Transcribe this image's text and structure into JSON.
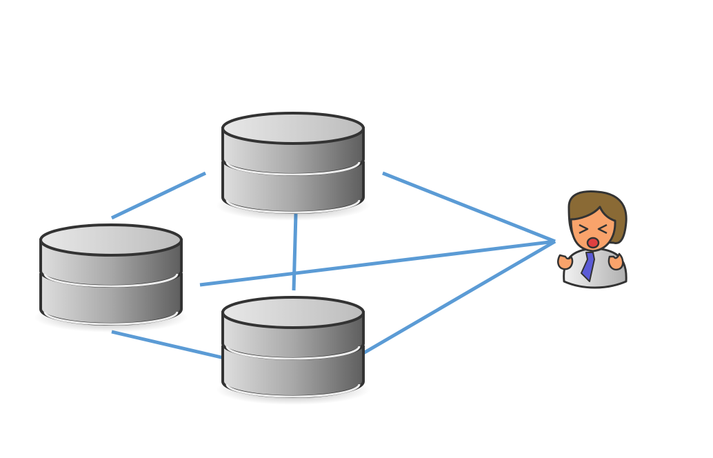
{
  "diagram": {
    "type": "network",
    "nodes": [
      {
        "id": "db-top",
        "icon": "database-icon"
      },
      {
        "id": "db-left",
        "icon": "database-icon"
      },
      {
        "id": "db-bottom",
        "icon": "database-icon"
      },
      {
        "id": "user",
        "icon": "angry-user-icon"
      }
    ],
    "edges": [
      [
        "db-left",
        "db-top"
      ],
      [
        "db-top",
        "user"
      ],
      [
        "db-top",
        "db-bottom"
      ],
      [
        "db-left",
        "user"
      ],
      [
        "db-left",
        "db-bottom"
      ],
      [
        "db-bottom",
        "user"
      ]
    ],
    "colors": {
      "edge": "#5b9bd5",
      "database_outline": "#333333",
      "skin": "#f9a36b",
      "hair": "#8a6a35",
      "tie": "#5b5bd6"
    }
  }
}
